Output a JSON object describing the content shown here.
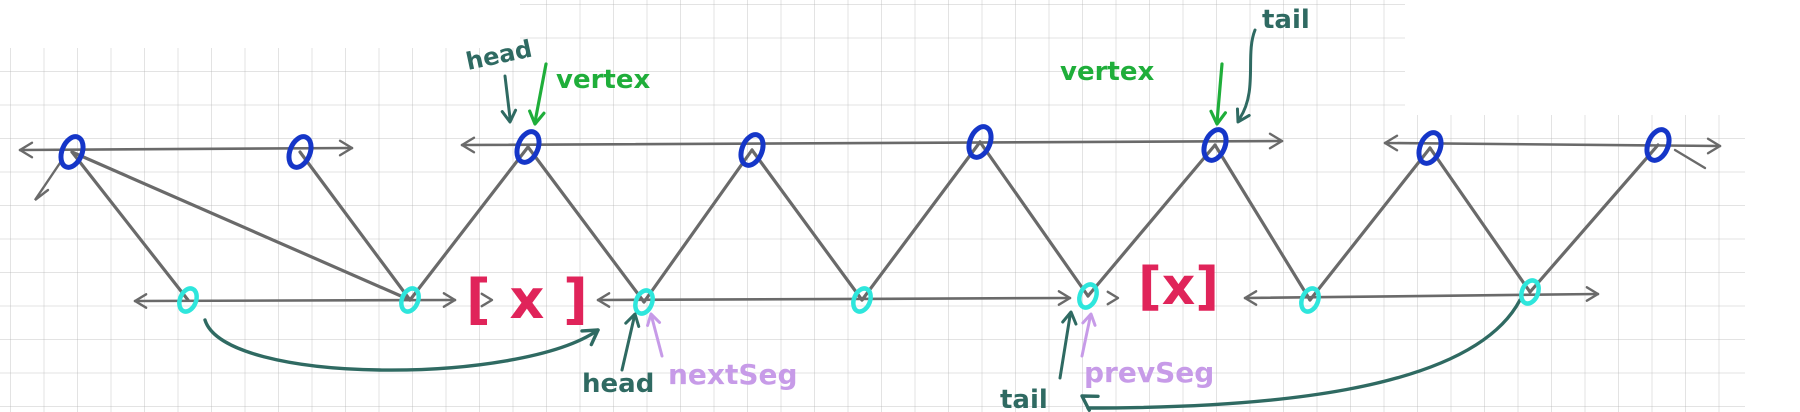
{
  "labels": {
    "vertex_left": "vertex",
    "vertex_right": "vertex",
    "head_top": "head",
    "tail_top": "tail",
    "head_bottom": "head",
    "tail_bottom": "tail",
    "next_seg": "nextSeg",
    "prev_seg": "prevSeg",
    "removed_left": "[ x ]",
    "removed_right": "[x]"
  },
  "colors": {
    "paper": "#ffffff",
    "grid": "#c8c8c8",
    "line": "#6a6a6a",
    "top_node": "#1536c8",
    "bottom_node": "#2ee6dc",
    "head_tail": "#2f6a62",
    "vertex": "#1fae3a",
    "seg_label": "#c79be8",
    "removed": "#e0245a",
    "link": "#2f6a62"
  }
}
